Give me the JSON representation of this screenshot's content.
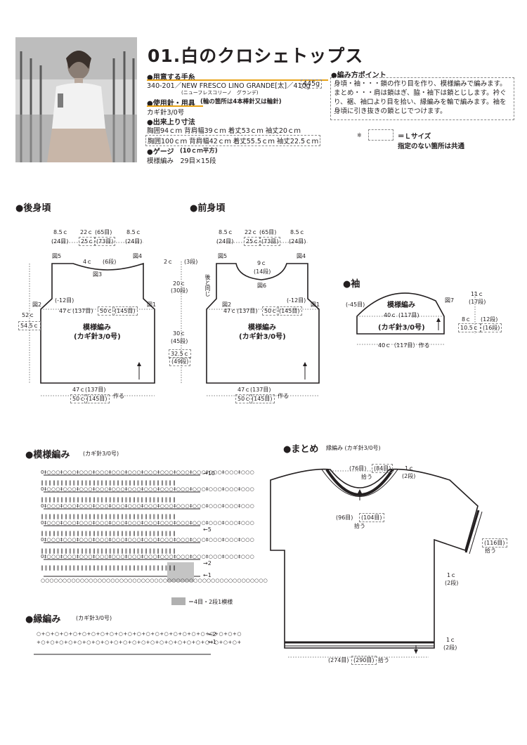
{
  "title": "01.白のクロシェトップス",
  "yarn": {
    "heading": "●用意する手糸",
    "line": "340-201／NEW FRESCO LINO GRANDE[太]／410g",
    "line_l": "445g",
    "ruby": "(ニューフレスコリーノ　グランデ)"
  },
  "needle": {
    "heading": "●使用針・用具",
    "heading_note": "(輪の箇所は4本棒針又は輪針)",
    "value": "カギ針3/0号"
  },
  "size": {
    "heading": "●出来上り寸法",
    "line1": "胸囲94ｃｍ 背肩幅39ｃｍ 着丈53ｃｍ 袖丈20ｃｍ",
    "line2": "胸囲100ｃｍ 背肩幅42ｃｍ 着丈55.5ｃｍ 袖丈22.5ｃｍ"
  },
  "gauge": {
    "heading": "●ゲージ",
    "heading_note": "(10ｃｍ平方)",
    "value": "模様編み　29目×15段"
  },
  "points": {
    "heading": "●編み方ポイント",
    "text": "身頃・袖・・・鎖の作り目を作り、模様編みで編みます。まとめ・・・肩は鎖はぎ、脇・袖下は鎖とじします。衿ぐり、裾、袖口より目を拾い、縁編みを輪で編みます。袖を身頃に引き抜きの鎖とじでつけます。"
  },
  "legend": {
    "mark": "※",
    "size_label": "＝Ｌサイズ",
    "note": "指定のない箇所は共通"
  },
  "back": {
    "title": "●後身頃",
    "top": [
      "8.5ｃ",
      "22ｃ",
      "(65目)",
      "8.5ｃ"
    ],
    "top_sts": [
      "(24目)",
      "25ｃ",
      "(73目)",
      "(24目)"
    ],
    "fig_left": "図5",
    "fig_right": "図4",
    "fig_neck": "図3",
    "neck": [
      "4ｃ",
      "(6段)"
    ],
    "dec": "(-12目)",
    "fig2": "図2",
    "fig1": "図1",
    "mid": [
      "47ｃ",
      "(137目)",
      "50ｃ",
      "(145目)"
    ],
    "stitch": "模様編み",
    "needle": "(カギ針3/0号)",
    "height": [
      "52ｃ",
      "54.5ｃ"
    ],
    "bottom": [
      "47ｃ",
      "(137目)",
      "50ｃ",
      "(145目)"
    ],
    "make": "作る"
  },
  "front": {
    "title": "●前身頃",
    "top": [
      "8.5ｃ",
      "22ｃ",
      "(65目)",
      "8.5ｃ"
    ],
    "top_sts": [
      "(24目)",
      "25ｃ",
      "(73目)",
      "(24目)"
    ],
    "fig_left": "図5",
    "fig_right": "図4",
    "fig_neck": "図6",
    "neck": [
      "9ｃ",
      "(14段)"
    ],
    "same": "後と同じ",
    "dec": "(-12目)",
    "fig2": "図2",
    "fig1": "図1",
    "mid": [
      "47ｃ",
      "(137目)",
      "50ｃ",
      "(145目)"
    ],
    "stitch": "模様編み",
    "needle": "(カギ針3/0号)",
    "bottom": [
      "47ｃ",
      "(137目)",
      "50ｃ",
      "(145目)"
    ],
    "make": "作る"
  },
  "between": {
    "a": [
      "2ｃ",
      "(3段)"
    ],
    "b": [
      "20ｃ",
      "(30段)"
    ],
    "c": [
      "30ｃ",
      "(45段)"
    ],
    "d": [
      "32.5ｃ",
      "(49段)"
    ]
  },
  "sleeve": {
    "title": "●袖",
    "dec": "(-45目)",
    "stitch": "模様編み",
    "width": [
      "40ｃ",
      "(117目)"
    ],
    "needle": "(カギ針3/0号)",
    "fig": "図7",
    "right": [
      "11ｃ",
      "(17段)",
      "8ｃ",
      "10.5ｃ",
      "(12段)",
      "(16段)"
    ],
    "bottom": "40ｃ（117目）作る"
  },
  "pattern": {
    "title": "●模様編み",
    "needle": "(カギ針3/0号)",
    "rows": [
      "→10",
      "←5",
      "→2",
      "←1"
    ],
    "key": "＝4目・2段1模様"
  },
  "edge": {
    "title": "●縁編み",
    "needle": "(カギ針3/0号)",
    "rows": [
      "←2",
      "←1"
    ]
  },
  "finish": {
    "title": "●まとめ",
    "subtitle": "縁編み (カギ針3/0号)",
    "neck_top": [
      "(76目)",
      "(84目)",
      "拾う"
    ],
    "neck_band": [
      "1ｃ",
      "(2段)"
    ],
    "neck_mid": [
      "(96目)",
      "(104目)",
      "拾う"
    ],
    "cuff": [
      "(116目)",
      "拾う"
    ],
    "cuff_band": [
      "1ｃ",
      "(2段)"
    ],
    "hem_band": [
      "1ｃ",
      "(2段)"
    ],
    "hem": [
      "(274目)",
      "(290目)",
      "拾う"
    ]
  }
}
